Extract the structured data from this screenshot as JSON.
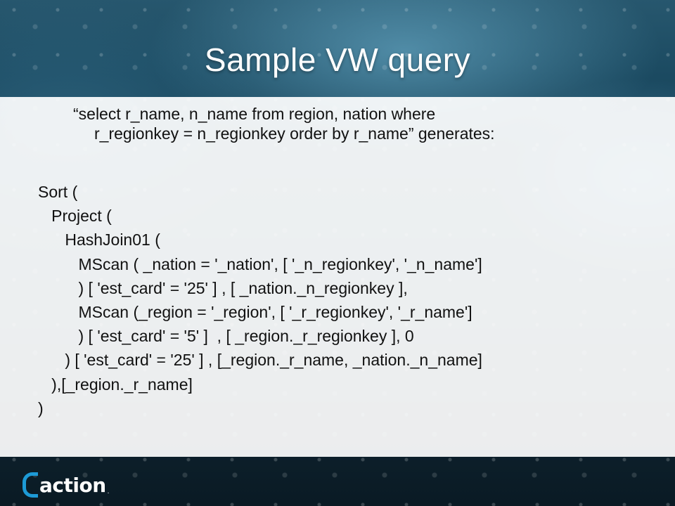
{
  "slide": {
    "title": "Sample VW query",
    "intro": {
      "line1": "“select r_name, n_name from region, nation where",
      "line2": "r_regionkey = n_regionkey order by r_name” generates:"
    },
    "code_lines": [
      "Sort (",
      "   Project (",
      "      HashJoin01 (",
      "         MScan ( _nation = '_nation', [ '_n_regionkey', '_n_name']",
      "         ) [ 'est_card' = '25' ] , [ _nation._n_regionkey ],",
      "         MScan (_region = '_region', [ '_r_regionkey', '_r_name']",
      "         ) [ 'est_card' = '5' ]  , [ _region._r_regionkey ], 0",
      "      ) [ 'est_card' = '25' ] , [_region._r_name, _nation._n_name]",
      "   ),[_region._r_name]",
      ")"
    ]
  },
  "logo": {
    "text": "action",
    "trademark": "."
  },
  "colors": {
    "accent": "#1d9ad6",
    "panel": "#ffffff",
    "text": "#111111"
  }
}
